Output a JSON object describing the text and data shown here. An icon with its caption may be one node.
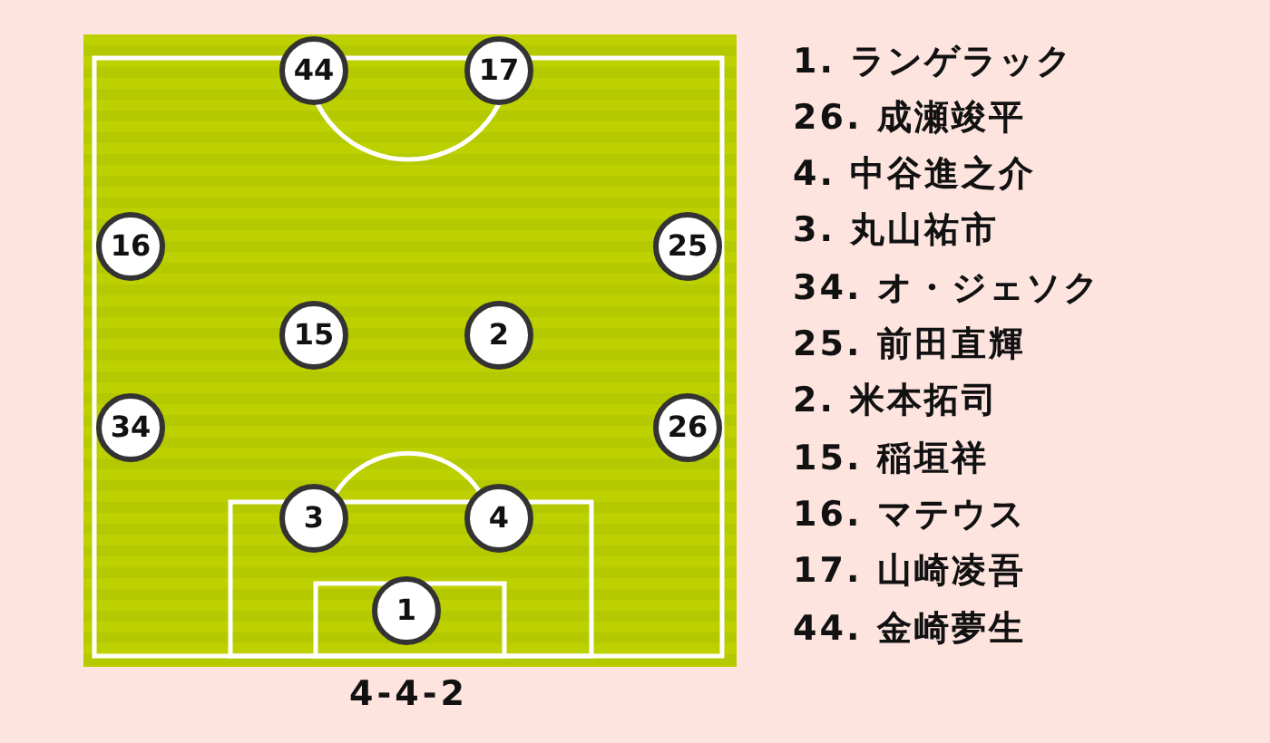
{
  "diagram": {
    "caption": "4-4-2",
    "nodes": [
      {
        "text": [
          "44"
        ]
      },
      {
        "text": [
          "17"
        ]
      },
      {
        "text": [
          "16"
        ]
      },
      {
        "text": [
          "25"
        ]
      },
      {
        "text": [
          "15"
        ]
      },
      {
        "text": [
          "2"
        ]
      },
      {
        "text": [
          "34"
        ]
      },
      {
        "text": [
          "26"
        ]
      },
      {
        "text": [
          "3"
        ]
      },
      {
        "text": [
          "4"
        ]
      },
      {
        "text": [
          "1"
        ]
      }
    ],
    "labels": [
      "1. ランゲラック",
      "26. 成瀬竣平",
      "4. 中谷進之介",
      "3. 丸山祐市",
      "34. オ・ジェソク",
      "25. 前田直輝",
      "2. 米本拓司",
      "15. 稲垣祥",
      "16. マテウス",
      "17. 山崎凌吾",
      "44. 金崎夢生"
    ]
  }
}
